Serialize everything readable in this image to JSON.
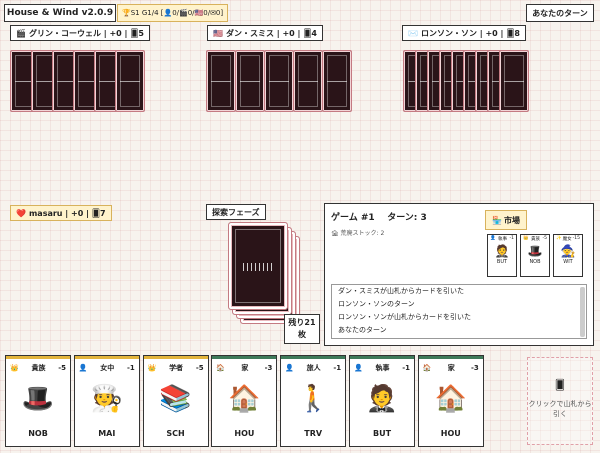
{
  "header": {
    "title": "House & Wind v2.0.9",
    "score": "🏆S1 G1/4 [👤0/🎬0/🇺🇸0/✉0]",
    "turn_indicator": "あなたのターン"
  },
  "opponents": [
    {
      "icon": "🎬",
      "label": "グリン・コーウェル | +0 | 🂠5",
      "cards": 6
    },
    {
      "icon": "🇺🇸",
      "label": "ダン・スミス | +0 | 🂠4",
      "cards": 5
    },
    {
      "icon": "✉️",
      "label": "ロンソン・ソン | +0 | 🂠8",
      "cards": 9
    }
  ],
  "me": {
    "icon": "❤️",
    "label": "masaru | +0 | 🂠7"
  },
  "phase": "探索フェーズ",
  "deck": {
    "remaining": "残り21",
    "unit": "枚"
  },
  "info": {
    "game": "ゲーム #1",
    "turn": "ターン: 3",
    "discard": "🏚 荒廃ストック: 2",
    "market_button": "市場",
    "market_icon": "🏪",
    "market_cards": [
      {
        "icon": "👤",
        "title": "執事",
        "value": "-1",
        "emoji": "🤵",
        "code": "BUT"
      },
      {
        "icon": "👑",
        "title": "貴族",
        "value": "-5",
        "emoji": "🎩",
        "code": "NOB"
      },
      {
        "icon": "✨",
        "title": "魔女",
        "value": "-15",
        "emoji": "🧙",
        "code": "WIT"
      }
    ],
    "log": [
      "ダン・スミスが山札からカードを引いた",
      "ロンソン・ソンのターン",
      "ロンソン・ソンが山札からカードを引いた",
      "あなたのターン"
    ]
  },
  "hand": [
    {
      "icon": "👑",
      "title": "貴族",
      "value": "-5",
      "emoji": "🎩",
      "code": "NOB",
      "color": "#e3b43c"
    },
    {
      "icon": "👤",
      "title": "女中",
      "value": "-1",
      "emoji": "🧑‍🍳",
      "code": "MAI",
      "color": "#e3b43c"
    },
    {
      "icon": "👑",
      "title": "学者",
      "value": "-5",
      "emoji": "📚",
      "code": "SCH",
      "color": "#e3b43c"
    },
    {
      "icon": "🏠",
      "title": "家",
      "value": "-3",
      "emoji": "🏠",
      "code": "HOU",
      "color": "#3f7a5a"
    },
    {
      "icon": "👤",
      "title": "旅人",
      "value": "-1",
      "emoji": "🚶",
      "code": "TRV",
      "color": "#3f7a5a"
    },
    {
      "icon": "👤",
      "title": "執事",
      "value": "-1",
      "emoji": "🤵",
      "code": "BUT",
      "color": "#3f7a5a"
    },
    {
      "icon": "🏠",
      "title": "家",
      "value": "-3",
      "emoji": "🏠",
      "code": "HOU",
      "color": "#3f7a5a"
    }
  ],
  "draw": {
    "icon": "🂠",
    "label": "クリックで山札から引く"
  }
}
